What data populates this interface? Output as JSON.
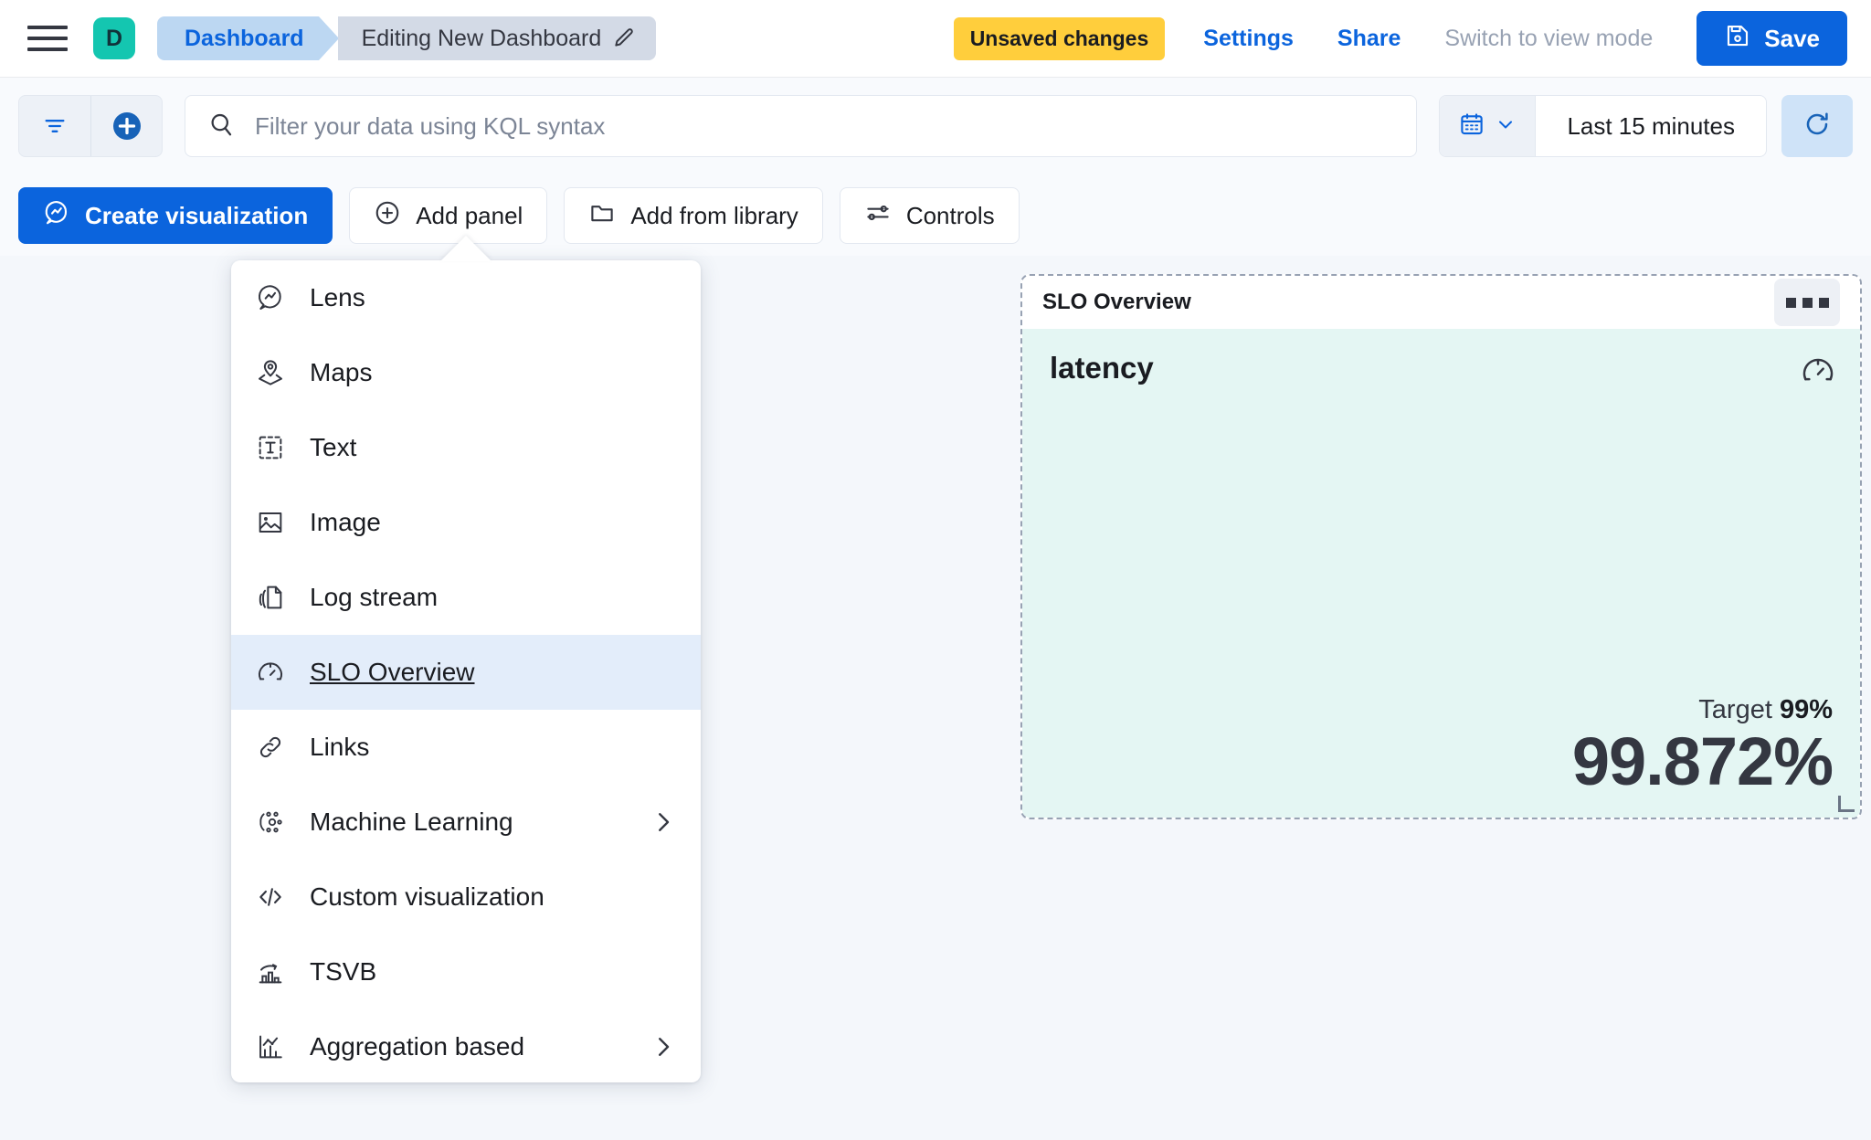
{
  "header": {
    "menu_icon": "hamburger-icon",
    "space_avatar_letter": "D",
    "breadcrumbs": [
      {
        "label": "Dashboard",
        "type": "link"
      },
      {
        "label": "Editing New Dashboard",
        "type": "current",
        "icon": "pencil-icon"
      }
    ],
    "unsaved_badge": "Unsaved changes",
    "settings_label": "Settings",
    "share_label": "Share",
    "view_mode_label": "Switch to view mode",
    "save_label": "Save",
    "save_icon": "save-disk-icon",
    "accent_color": "#0B64DD",
    "badge_color": "#FFCE3C",
    "avatar_color": "#14C6B0"
  },
  "query_bar": {
    "filter_icon": "filter-icon",
    "add_filter_icon": "add-filter-plus-icon",
    "search_icon": "search-icon",
    "placeholder": "Filter your data using KQL syntax",
    "value": "",
    "calendar_icon": "calendar-icon",
    "calendar_chevron_icon": "chevron-down-icon",
    "time_range": "Last 15 minutes",
    "refresh_icon": "refresh-icon"
  },
  "toolbar": {
    "buttons": [
      {
        "label": "Create visualization",
        "icon": "lens-icon",
        "primary": true
      },
      {
        "label": "Add panel",
        "icon": "plus-circle-icon",
        "primary": false
      },
      {
        "label": "Add from library",
        "icon": "folder-icon",
        "primary": false
      },
      {
        "label": "Controls",
        "icon": "controls-sliders-icon",
        "primary": false
      }
    ]
  },
  "add_panel_menu": {
    "items": [
      {
        "label": "Lens",
        "icon": "lens-icon",
        "selected": false,
        "has_submenu": false
      },
      {
        "label": "Maps",
        "icon": "maps-pin-icon",
        "selected": false,
        "has_submenu": false
      },
      {
        "label": "Text",
        "icon": "text-box-icon",
        "selected": false,
        "has_submenu": false
      },
      {
        "label": "Image",
        "icon": "image-icon",
        "selected": false,
        "has_submenu": false
      },
      {
        "label": "Log stream",
        "icon": "log-stream-icon",
        "selected": false,
        "has_submenu": false
      },
      {
        "label": "SLO Overview",
        "icon": "gauge-icon",
        "selected": true,
        "has_submenu": false
      },
      {
        "label": "Links",
        "icon": "link-chain-icon",
        "selected": false,
        "has_submenu": false
      },
      {
        "label": "Machine Learning",
        "icon": "machine-learning-icon",
        "selected": false,
        "has_submenu": true
      },
      {
        "label": "Custom visualization",
        "icon": "code-brackets-icon",
        "selected": false,
        "has_submenu": false
      },
      {
        "label": "TSVB",
        "icon": "tsvb-bars-icon",
        "selected": false,
        "has_submenu": false
      },
      {
        "label": "Aggregation based",
        "icon": "aggregation-chart-icon",
        "selected": false,
        "has_submenu": true
      }
    ],
    "submenu_icon": "chevron-right-icon",
    "highlight_color": "#E3EDFA"
  },
  "slo_panel": {
    "panel_title": "SLO Overview",
    "context_menu_icon": "panel-context-menu-icon",
    "slo_name": "latency",
    "gauge_icon": "gauge-icon",
    "target_label": "Target",
    "target_value": "99%",
    "sli_value": "99.872%",
    "background_color": "#E4F6F3",
    "resize_handle_icon": "resize-handle-icon"
  }
}
